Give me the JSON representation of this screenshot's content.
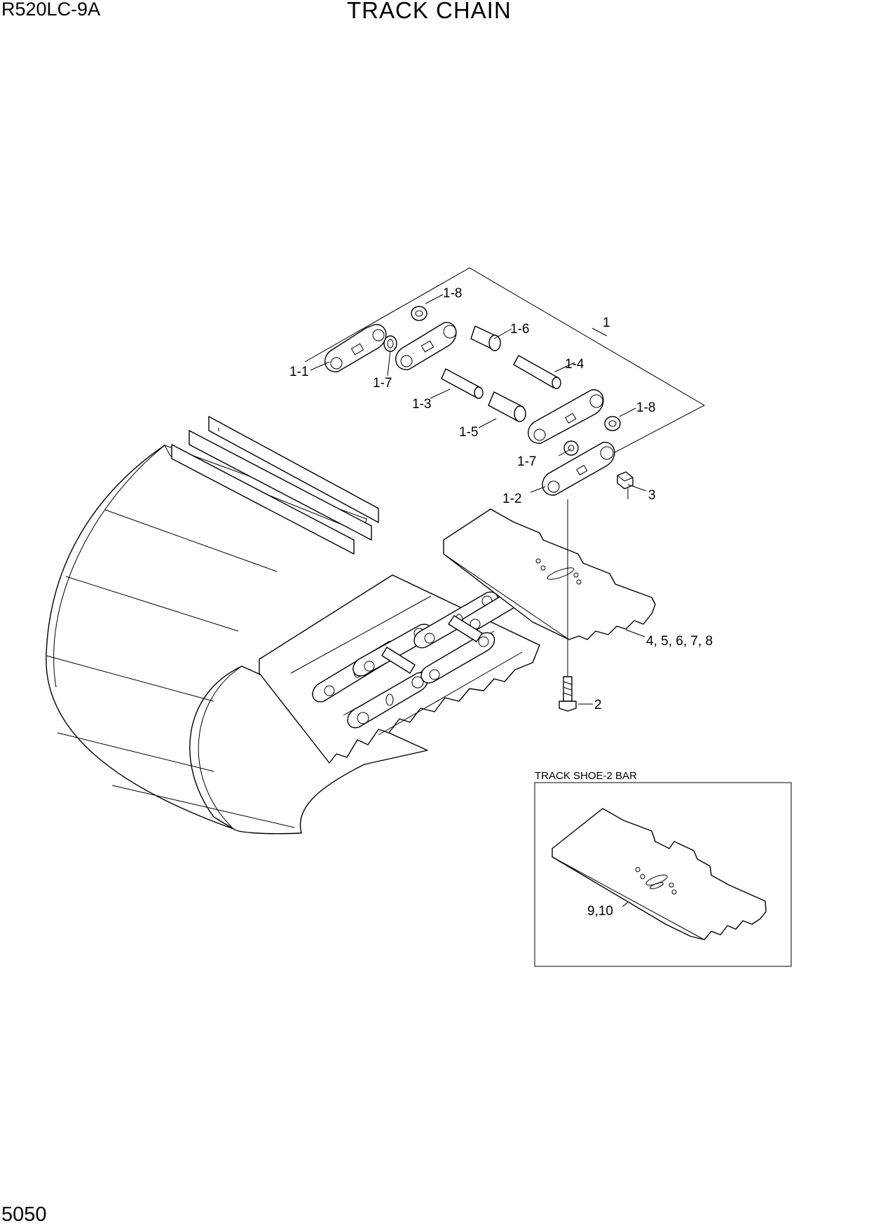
{
  "header": {
    "model": "R520LC-9A",
    "title": "TRACK CHAIN"
  },
  "footer": {
    "page_number": "5050"
  },
  "callouts": {
    "c1": "1",
    "c1_1": "1-1",
    "c1_2": "1-2",
    "c1_3": "1-3",
    "c1_4": "1-4",
    "c1_5": "1-5",
    "c1_6": "1-6",
    "c1_7a": "1-7",
    "c1_7b": "1-7",
    "c1_8a": "1-8",
    "c1_8b": "1-8",
    "c2": "2",
    "c3": "3",
    "c4_8": "4, 5, 6, 7, 8",
    "c9_10": "9,10"
  },
  "inset": {
    "label": "TRACK SHOE-2 BAR"
  }
}
